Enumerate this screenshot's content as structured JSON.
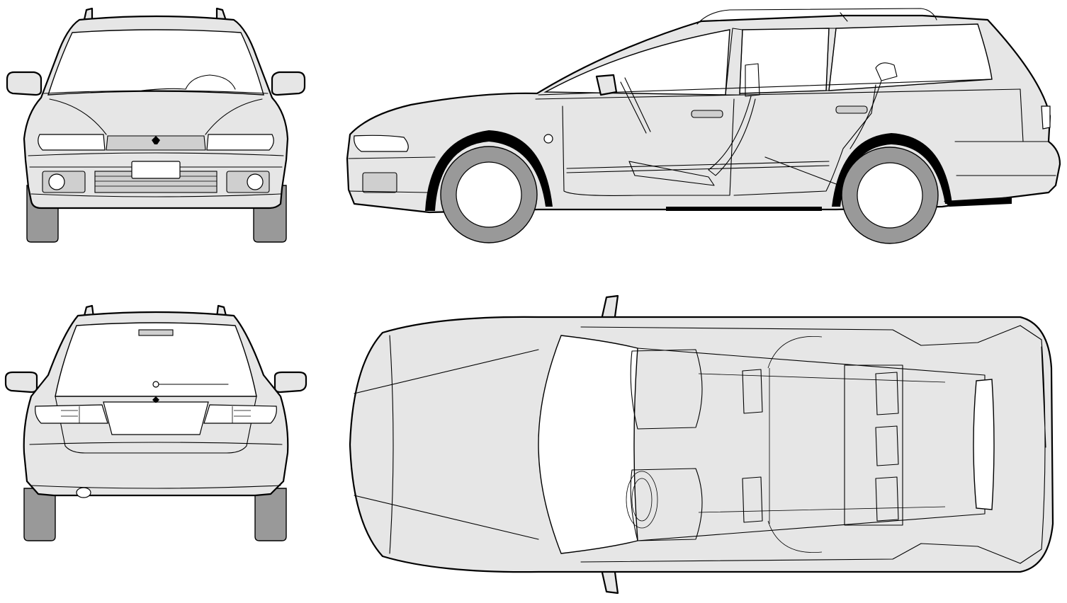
{
  "figure": {
    "views": [
      {
        "id": "front",
        "label": ""
      },
      {
        "id": "side",
        "label": ""
      },
      {
        "id": "rear",
        "label": ""
      },
      {
        "id": "top",
        "label": ""
      }
    ],
    "colors": {
      "body_fill": "#e6e6e6",
      "tyre_fill": "#999999",
      "glass_fill": "#ffffff",
      "outline": "#000000"
    }
  }
}
